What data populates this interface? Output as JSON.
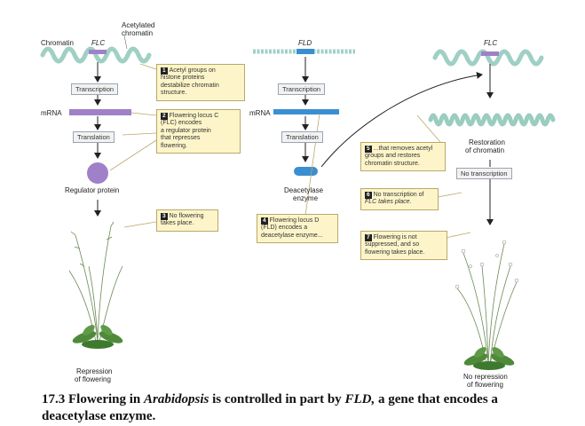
{
  "colors": {
    "purple": "#a080c8",
    "blue": "#3a8fd0",
    "note_bg": "#fdf5c9",
    "box_bg": "#f2f2f2",
    "chromatin": "#8ec8b8",
    "plant_leaf": "#4f8a3a"
  },
  "left": {
    "acetylated": "Acetylated",
    "chromatin_word": "chromatin",
    "chromatin": "Chromatin",
    "flc": "FLC",
    "transcription": "Transcription",
    "mrna": "mRNA",
    "translation": "Translation",
    "regulator_protein": "Regulator protein",
    "repression1": "Repression",
    "repression2": "of flowering"
  },
  "middle": {
    "fld": "FLD",
    "transcription": "Transcription",
    "mrna": "mRNA",
    "translation": "Translation",
    "deacetylase1": "Deacetylase",
    "deacetylase2": "enzyme"
  },
  "right": {
    "flc": "FLC",
    "restoration1": "Restoration",
    "restoration2": "of chromatin",
    "no_transcription": "No transcription",
    "no_repression1": "No repression",
    "no_repression2": "of flowering"
  },
  "notes": {
    "n1": {
      "num": "1",
      "l1": "Acetyl groups on",
      "l2": "histone proteins",
      "l3": "destabilize chromatin",
      "l4": "structure."
    },
    "n2": {
      "num": "2",
      "l1": "Flowering locus C",
      "l2": "(FLC) encodes",
      "l3": "a regulator protein",
      "l4": "that represses",
      "l5": "flowering."
    },
    "n3": {
      "num": "3",
      "l1": "No flowering",
      "l2": "takes place."
    },
    "n4": {
      "num": "4",
      "l1": "Flowering locus D",
      "l2": "(FLD) encodes a",
      "l3": "deacetylase enzyme..."
    },
    "n5": {
      "num": "5",
      "l1": "...that removes acetyl",
      "l2": "groups and restores",
      "l3": "chromatin structure."
    },
    "n6": {
      "num": "6",
      "l1": "No transcription of",
      "l2": "FLC takes place."
    },
    "n7": {
      "num": "7",
      "l1": "Flowering is not",
      "l2": "suppressed, and so",
      "l3": "flowering takes place."
    }
  },
  "caption": {
    "part1": "17.3 Flowering in ",
    "part2": "Arabidopsis",
    "part3": " is controlled in part by ",
    "part4": "FLD,",
    "part5": " a gene that encodes a deacetylase enzyme."
  }
}
